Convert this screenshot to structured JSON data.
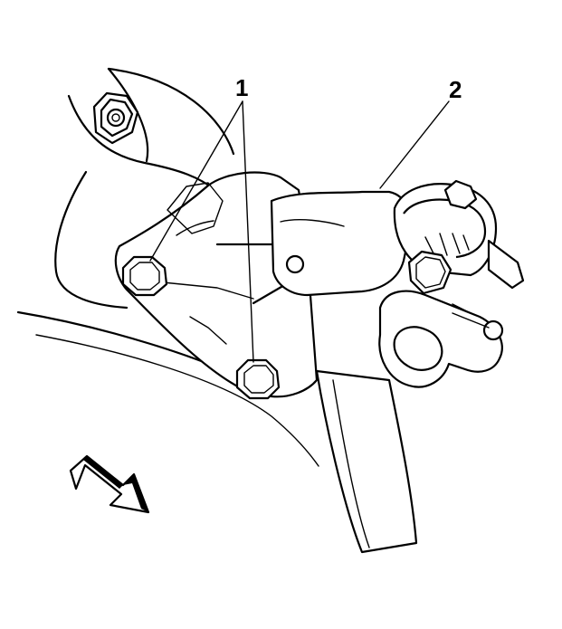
{
  "callouts": [
    {
      "id": "1",
      "label": "1"
    },
    {
      "id": "2",
      "label": "2"
    }
  ],
  "colors": {
    "line": "#000000",
    "background": "#ffffff"
  },
  "icons": {
    "direction_arrow": "forward-arrow-icon"
  }
}
